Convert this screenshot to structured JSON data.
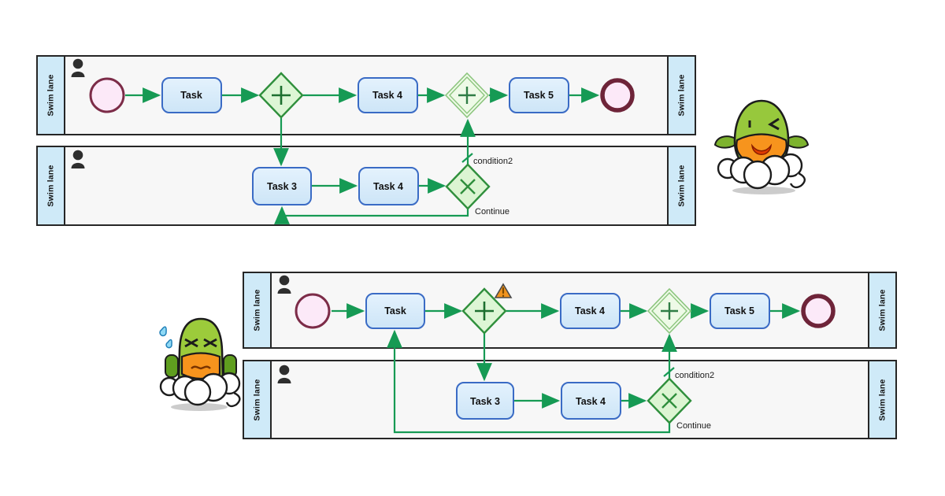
{
  "page": {
    "background": "#ffffff"
  },
  "palette": {
    "lane_strip_bg": "#cfeaf8",
    "lane_body_bg": "#f7f7f7",
    "pool_border": "#262626",
    "task_fill": "#d9edfb",
    "task_border": "#3a6bc5",
    "gateway_fill": "#ddf6d5",
    "gateway_border": "#2f8f3c",
    "gateway_double_border": "#8cc57e",
    "event_fill": "#fce9f8",
    "start_event_border": "#7c2c48",
    "end_event_border": "#6e2439",
    "flow_color": "#169a54",
    "warning_fill": "#f0941f",
    "mascot_green": "#97c83c",
    "mascot_orange": "#f7941d"
  },
  "icons": {
    "lane_actor": "person-icon",
    "warning": "warning-triangle-icon",
    "mascot_top": "winking-mascot-on-cloud",
    "mascot_bottom": "stressed-mascot-on-cloud"
  },
  "diagrams": [
    {
      "name": "swimlane process with loop back to Task 3",
      "lanes": [
        {
          "label": "Swim lane"
        },
        {
          "label": "Swim lane"
        }
      ],
      "nodes": {
        "start": {
          "type": "start-event"
        },
        "task1": {
          "label": "Task"
        },
        "gateway1": {
          "type": "parallel-gateway"
        },
        "task4_top": {
          "label": "Task 4"
        },
        "gateway2": {
          "type": "parallel-gateway-double-border"
        },
        "task5": {
          "label": "Task 5"
        },
        "end": {
          "type": "end-event"
        },
        "task3": {
          "label": "Task 3"
        },
        "task4_bottom": {
          "label": "Task 4"
        },
        "xgateway": {
          "type": "exclusive-gateway"
        }
      },
      "edges": {
        "condition_label": "condition2",
        "loop_label": "Continue"
      }
    },
    {
      "name": "swimlane process with loop back to Task and warning",
      "lanes": [
        {
          "label": "Swim lane"
        },
        {
          "label": "Swim lane"
        }
      ],
      "nodes": {
        "start": {
          "type": "start-event"
        },
        "task1": {
          "label": "Task"
        },
        "gateway1": {
          "type": "parallel-gateway",
          "warning": true
        },
        "task4_top": {
          "label": "Task 4"
        },
        "gateway2": {
          "type": "parallel-gateway-double-border"
        },
        "task5": {
          "label": "Task 5"
        },
        "end": {
          "type": "end-event"
        },
        "task3": {
          "label": "Task 3"
        },
        "task4_bottom": {
          "label": "Task 4"
        },
        "xgateway": {
          "type": "exclusive-gateway"
        }
      },
      "edges": {
        "condition_label": "condition2",
        "loop_label": "Continue"
      }
    }
  ]
}
